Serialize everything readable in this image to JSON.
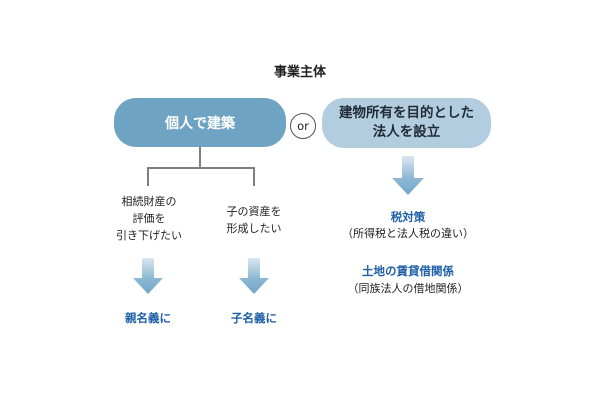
{
  "colors": {
    "pill_left_bg": "#6ea3c4",
    "pill_left_text": "#ffffff",
    "pill_right_bg": "#b3cde0",
    "pill_right_text": "#1e2a36",
    "arrow_top": "#dbe7f0",
    "arrow_bottom": "#6fa6c8",
    "outcome_text": "#1f5fa8"
  },
  "title": "事業主体",
  "left_box": {
    "label": "個人で建築"
  },
  "or_label": "or",
  "right_box": {
    "lines": [
      "建物所有を目的とした",
      "法人を設立"
    ]
  },
  "left_branches": [
    {
      "lines": [
        "相続財産の",
        "評価を",
        "引き下げたい"
      ],
      "result": "親名義に"
    },
    {
      "lines": [
        "子の資産を",
        "形成したい"
      ],
      "result": "子名義に"
    }
  ],
  "right_items": [
    {
      "heading": "税対策",
      "detail": "（所得税と法人税の違い）"
    },
    {
      "heading": "土地の賃貸借関係",
      "detail": "（同族法人の借地関係）"
    }
  ]
}
